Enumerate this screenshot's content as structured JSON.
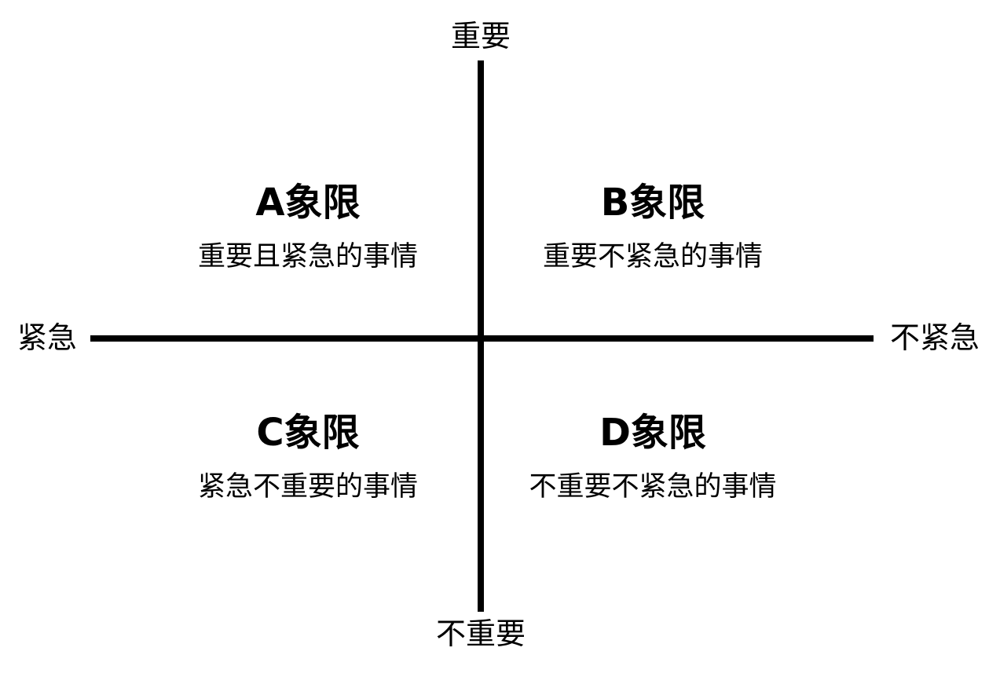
{
  "axes": {
    "top": "重要",
    "bottom": "不重要",
    "left": "紧急",
    "right": "不紧急"
  },
  "quadrants": [
    {
      "id": "a",
      "title": "A象限",
      "description": "重要且紧急的事情"
    },
    {
      "id": "b",
      "title": "B象限",
      "description": "重要不紧急的事情"
    },
    {
      "id": "c",
      "title": "C象限",
      "description": "紧急不重要的事情"
    },
    {
      "id": "d",
      "title": "D象限",
      "description": "不重要不紧急的事情"
    }
  ],
  "colors": {
    "background": "#ffffff",
    "foreground": "#000000"
  }
}
